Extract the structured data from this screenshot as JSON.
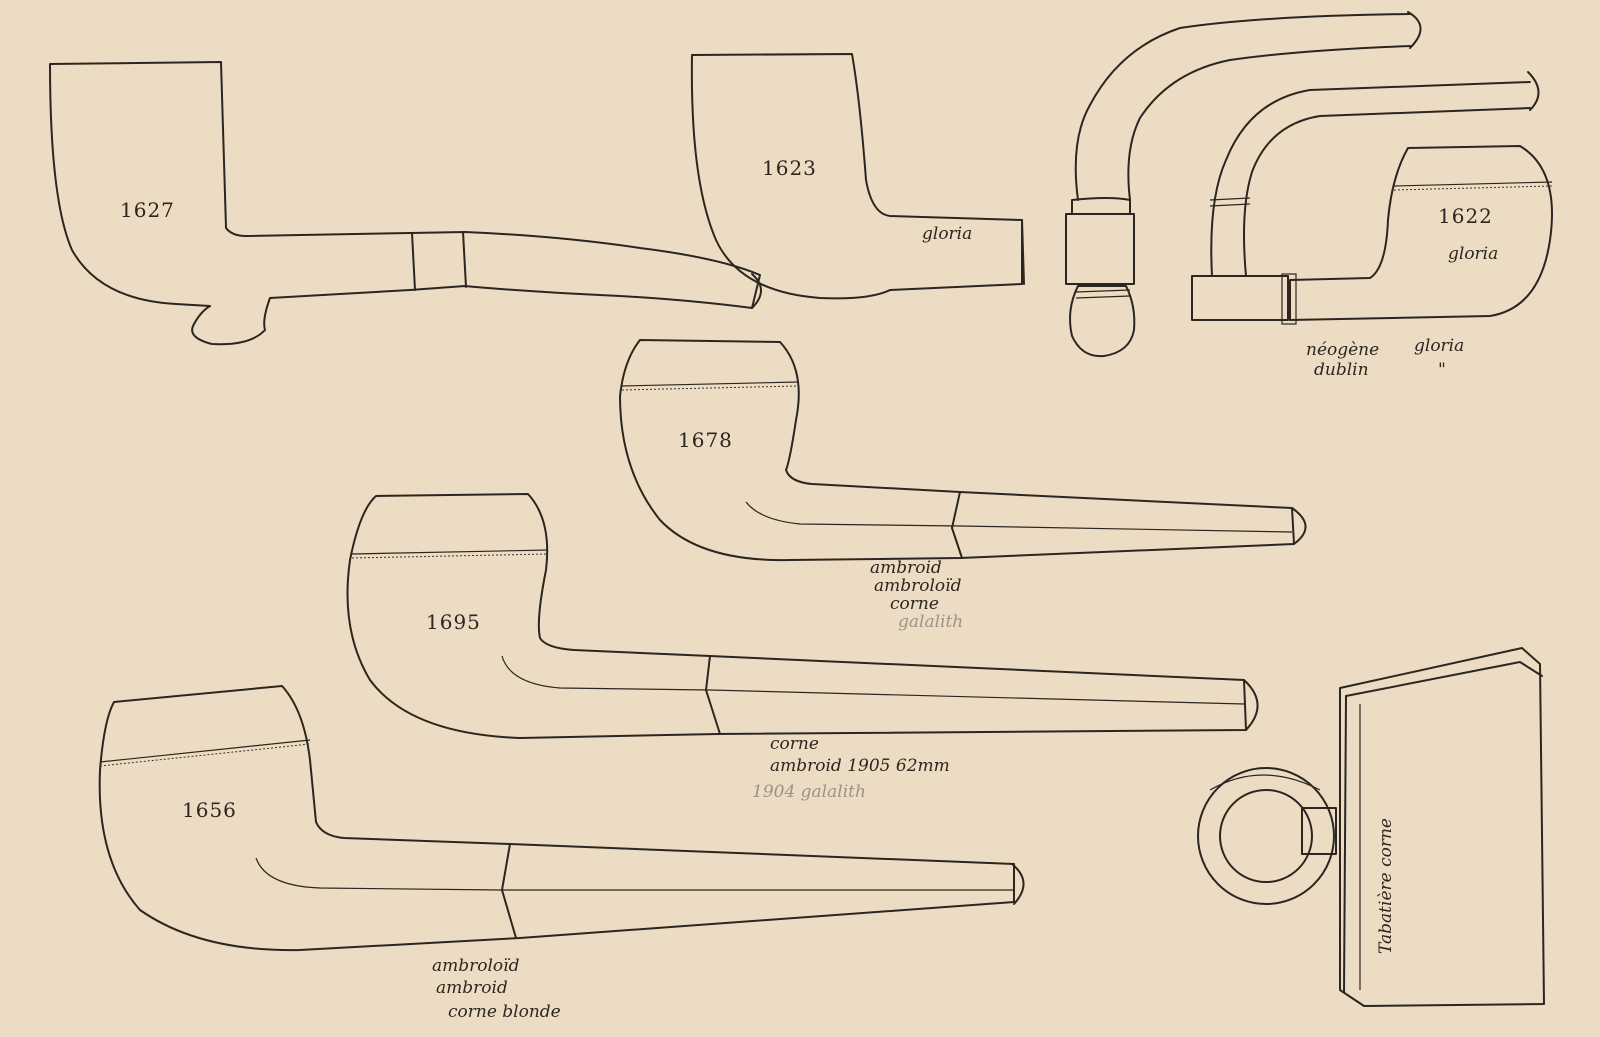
{
  "pipes": [
    {
      "number": "1627"
    },
    {
      "number": "1623",
      "note": "gloria"
    },
    {
      "number": "1622",
      "note": "gloria",
      "side_notes": [
        "néogène",
        "dublin",
        "gloria",
        "\""
      ]
    },
    {
      "number": "1678",
      "notes": [
        "ambroid",
        "ambroloïd",
        "corne",
        "galalith"
      ]
    },
    {
      "number": "1695",
      "notes": [
        "corne",
        "ambroid 1905 62mm",
        "1904 galalith"
      ]
    },
    {
      "number": "1656",
      "notes": [
        "ambroloïd",
        "ambroid",
        "corne blonde"
      ]
    }
  ],
  "tabatiere_label": "Tabatière corne"
}
